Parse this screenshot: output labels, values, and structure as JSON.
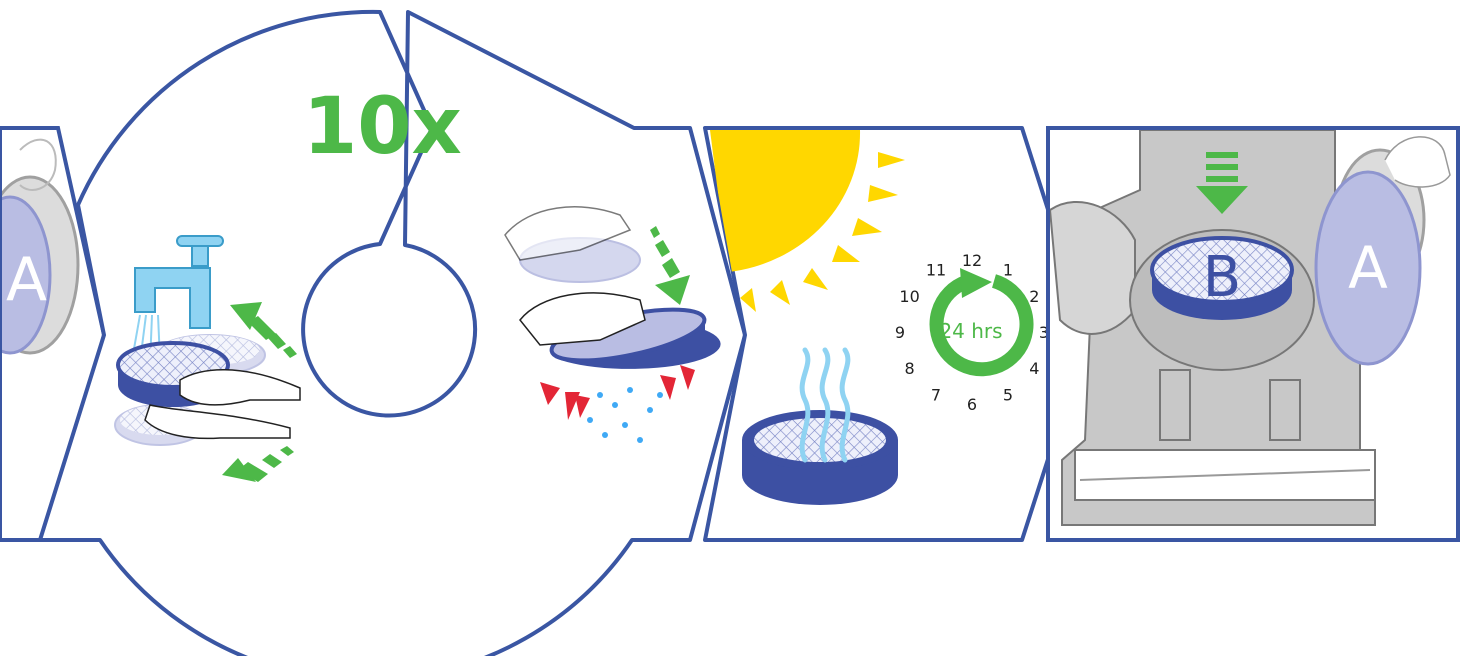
{
  "step_two": {
    "repeat_label": "10x"
  },
  "step_three": {
    "clock_numbers": [
      "12",
      "1",
      "2",
      "3",
      "4",
      "5",
      "6",
      "7",
      "8",
      "9",
      "10",
      "11"
    ],
    "duration_label": "24 hrs"
  },
  "step_four": {
    "filter_b_label": "B",
    "filter_a_label": "A"
  },
  "step_one": {
    "filter_a_label": "A"
  },
  "colors": {
    "outline": "#3a56a3",
    "arrow_green": "#4db848",
    "sun_yellow": "#ffd700",
    "water_blue": "#8fd3f2",
    "filter_blue": "#3d50a3",
    "filter_lilac": "#b9bde3",
    "vacuum_grey": "#c8c8c8",
    "spray_red": "#e32636"
  }
}
